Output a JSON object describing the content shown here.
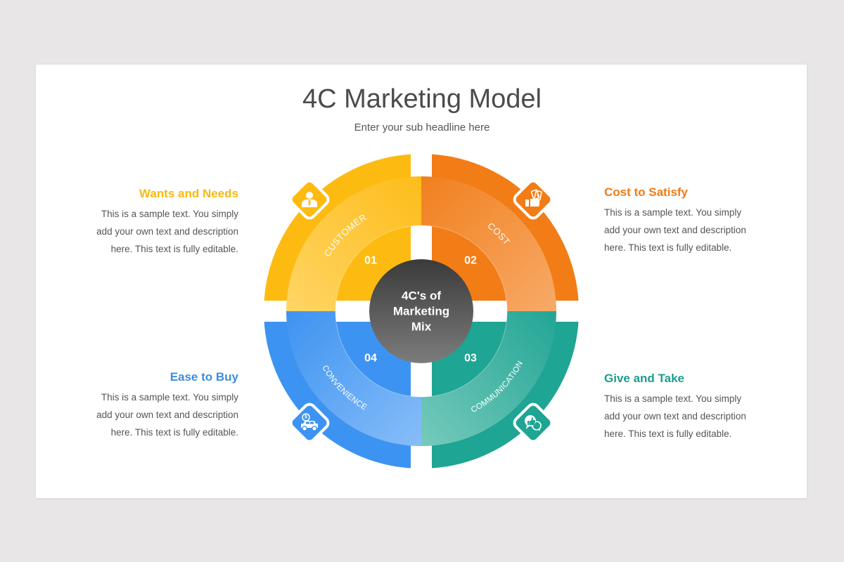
{
  "slide": {
    "title": "4C Marketing Model",
    "subtitle": "Enter your sub headline here"
  },
  "diagram": {
    "center_label": [
      "4C's of",
      "Marketing",
      "Mix"
    ],
    "center_gradient": {
      "top": "#3a3a3a",
      "bottom": "#7c7c7c"
    },
    "quadrants": [
      {
        "position": "top-left",
        "number": "01",
        "label": "CUSTOMER",
        "icon": "user-icon",
        "color": "#fdbb12",
        "gradient_dark": "#fdbd1a",
        "gradient_light": "#ffd566"
      },
      {
        "position": "top-right",
        "number": "02",
        "label": "COST",
        "icon": "money-hand-icon",
        "color": "#f27c16",
        "gradient_dark": "#f1801e",
        "gradient_light": "#f7aa68"
      },
      {
        "position": "bottom-right",
        "number": "03",
        "label": "COMMUNICATION",
        "icon": "chat-like-icon",
        "color": "#1ea593",
        "gradient_dark": "#22a595",
        "gradient_light": "#76cabc"
      },
      {
        "position": "bottom-left",
        "number": "04",
        "label": "CONVENIENCE",
        "icon": "car-dollar-icon",
        "color": "#3d93f1",
        "gradient_dark": "#3d93f1",
        "gradient_light": "#87bdf8"
      }
    ]
  },
  "blocks": [
    {
      "title": "Wants and Needs",
      "color": "#f9b90f",
      "lines": [
        "This is a sample text. You simply",
        "add your own text and description",
        "here. This text is fully editable."
      ]
    },
    {
      "title": "Cost to Satisfy",
      "color": "#ef7b1a",
      "lines": [
        "This is a sample text. You simply",
        "add your own text and description",
        "here. This text is fully editable."
      ]
    },
    {
      "title": "Give and Take",
      "color": "#1e9d8c",
      "lines": [
        "This is a sample text. You simply",
        "add your own text and description",
        "here. This text is fully editable."
      ]
    },
    {
      "title": "Ease to Buy",
      "color": "#3b8edf",
      "lines": [
        "This is a sample text. You simply",
        "add your own text and description",
        "here. This text is fully editable."
      ]
    }
  ]
}
